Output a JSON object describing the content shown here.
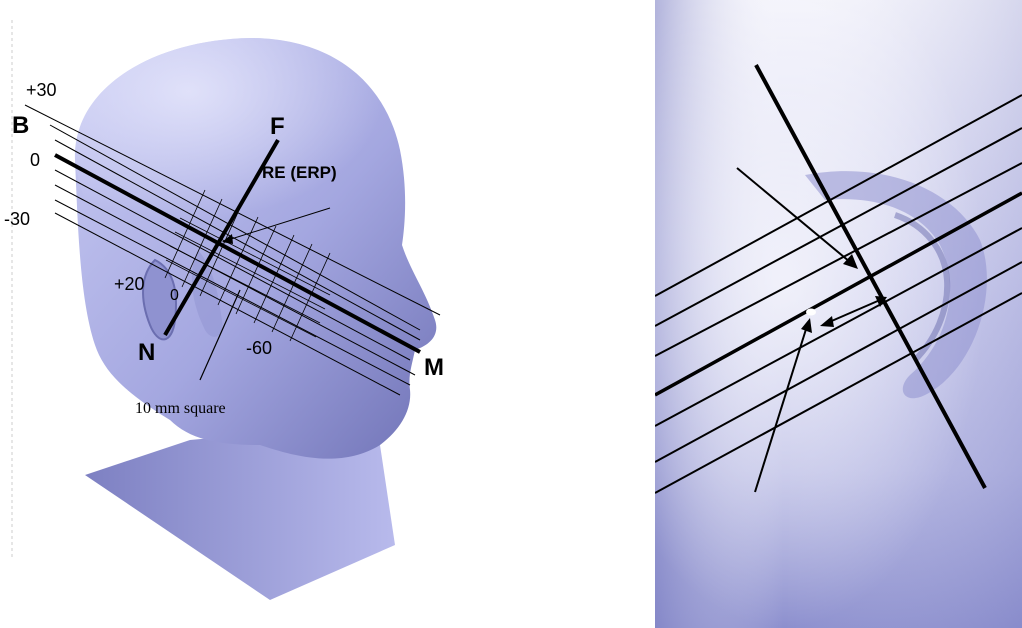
{
  "left_figure": {
    "point_labels": {
      "B": "B",
      "F": "F",
      "N": "N",
      "M": "M"
    },
    "angle_labels": {
      "plus30": "+30",
      "zero_left": "0",
      "minus30": "-30",
      "plus20": "+20",
      "zero_center": "0",
      "minus60": "-60"
    },
    "annotations": {
      "reference_point": "RE (ERP)",
      "grid_size": "10 mm square"
    }
  },
  "colors": {
    "head_fill": "#aeb0e6",
    "head_shadow": "#6f72b6",
    "line": "#000000",
    "background": "#ffffff"
  }
}
